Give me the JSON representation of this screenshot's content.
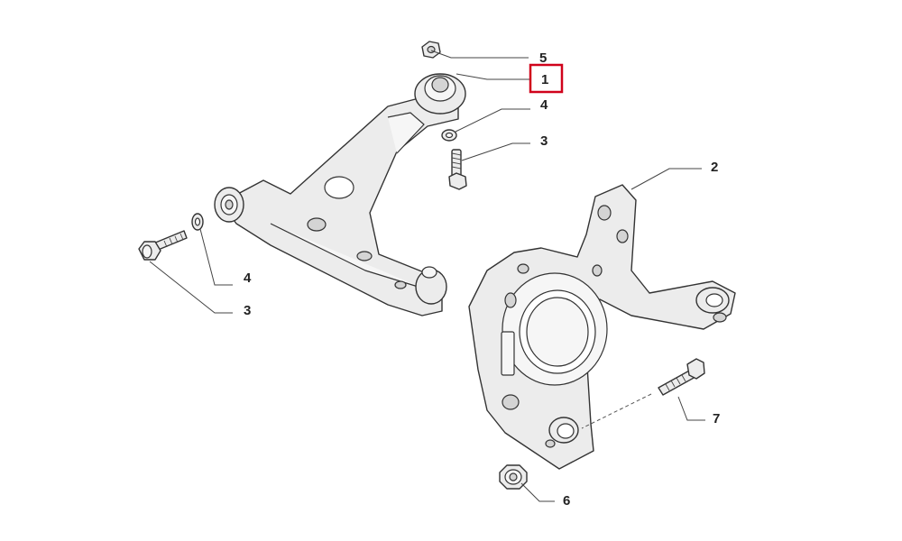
{
  "diagram": {
    "callouts": [
      {
        "id": "c5-top",
        "label": "5"
      },
      {
        "id": "c1",
        "label": "1",
        "highlighted": true
      },
      {
        "id": "c4-right",
        "label": "4"
      },
      {
        "id": "c3-right",
        "label": "3"
      },
      {
        "id": "c2",
        "label": "2"
      },
      {
        "id": "c4-left",
        "label": "4"
      },
      {
        "id": "c3-left",
        "label": "3"
      },
      {
        "id": "c7",
        "label": "7"
      },
      {
        "id": "c6",
        "label": "6"
      }
    ],
    "parts": [
      {
        "label": "1",
        "name": "lower-control-arm"
      },
      {
        "label": "2",
        "name": "steering-knuckle"
      },
      {
        "label": "3",
        "name": "bolt"
      },
      {
        "label": "4",
        "name": "washer"
      },
      {
        "label": "5",
        "name": "nut"
      },
      {
        "label": "6",
        "name": "nut"
      },
      {
        "label": "7",
        "name": "bolt"
      }
    ]
  },
  "colors": {
    "background": "#ffffff",
    "line": "#333333",
    "part_fill": "#ececec",
    "highlight_box": "#d0021b"
  }
}
